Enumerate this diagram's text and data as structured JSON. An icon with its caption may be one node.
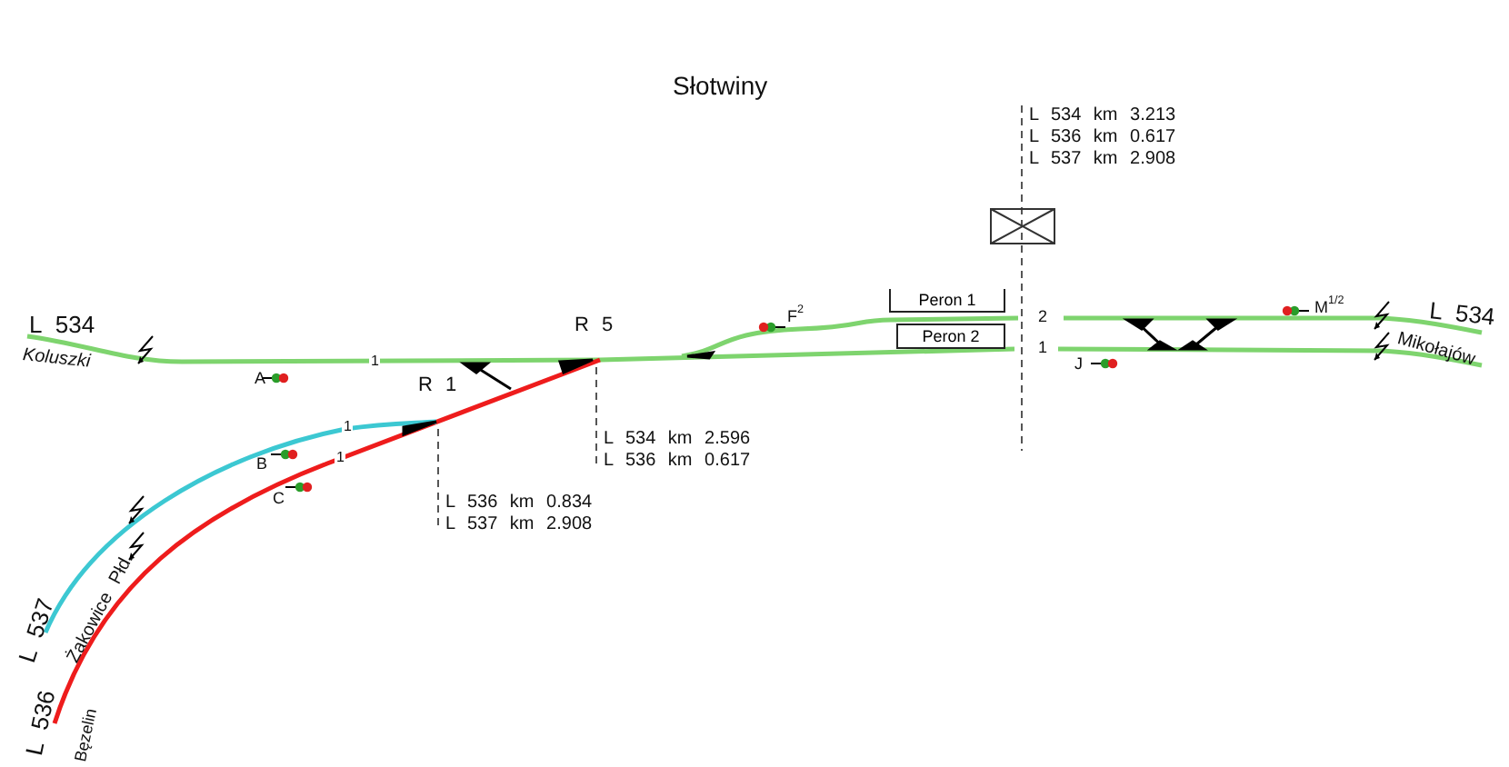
{
  "diagram": {
    "title": "Słotwiny",
    "nodes": [
      {
        "text": [
          "Peron 1"
        ]
      },
      {
        "text": [
          "Peron 2"
        ]
      }
    ],
    "labels": [
      "L 534 km 3.213",
      "L 536 km 0.617",
      "L 537 km 2.908",
      "F$^{2}$",
      "M$^{1/2}$",
      "2",
      "L 534",
      "R 5",
      "L 534",
      "1",
      "1",
      "Koluszki",
      "A",
      "J",
      "Mikołajów",
      "R 1",
      "1",
      "L 534 km 2.596",
      "L 536 km 0.617",
      "B",
      "1",
      "C",
      "L 536 km 0.834",
      "L 537 km 2.908",
      "L 537",
      "Żakowice Płd.",
      "L 536",
      "Bęzelin"
    ]
  }
}
